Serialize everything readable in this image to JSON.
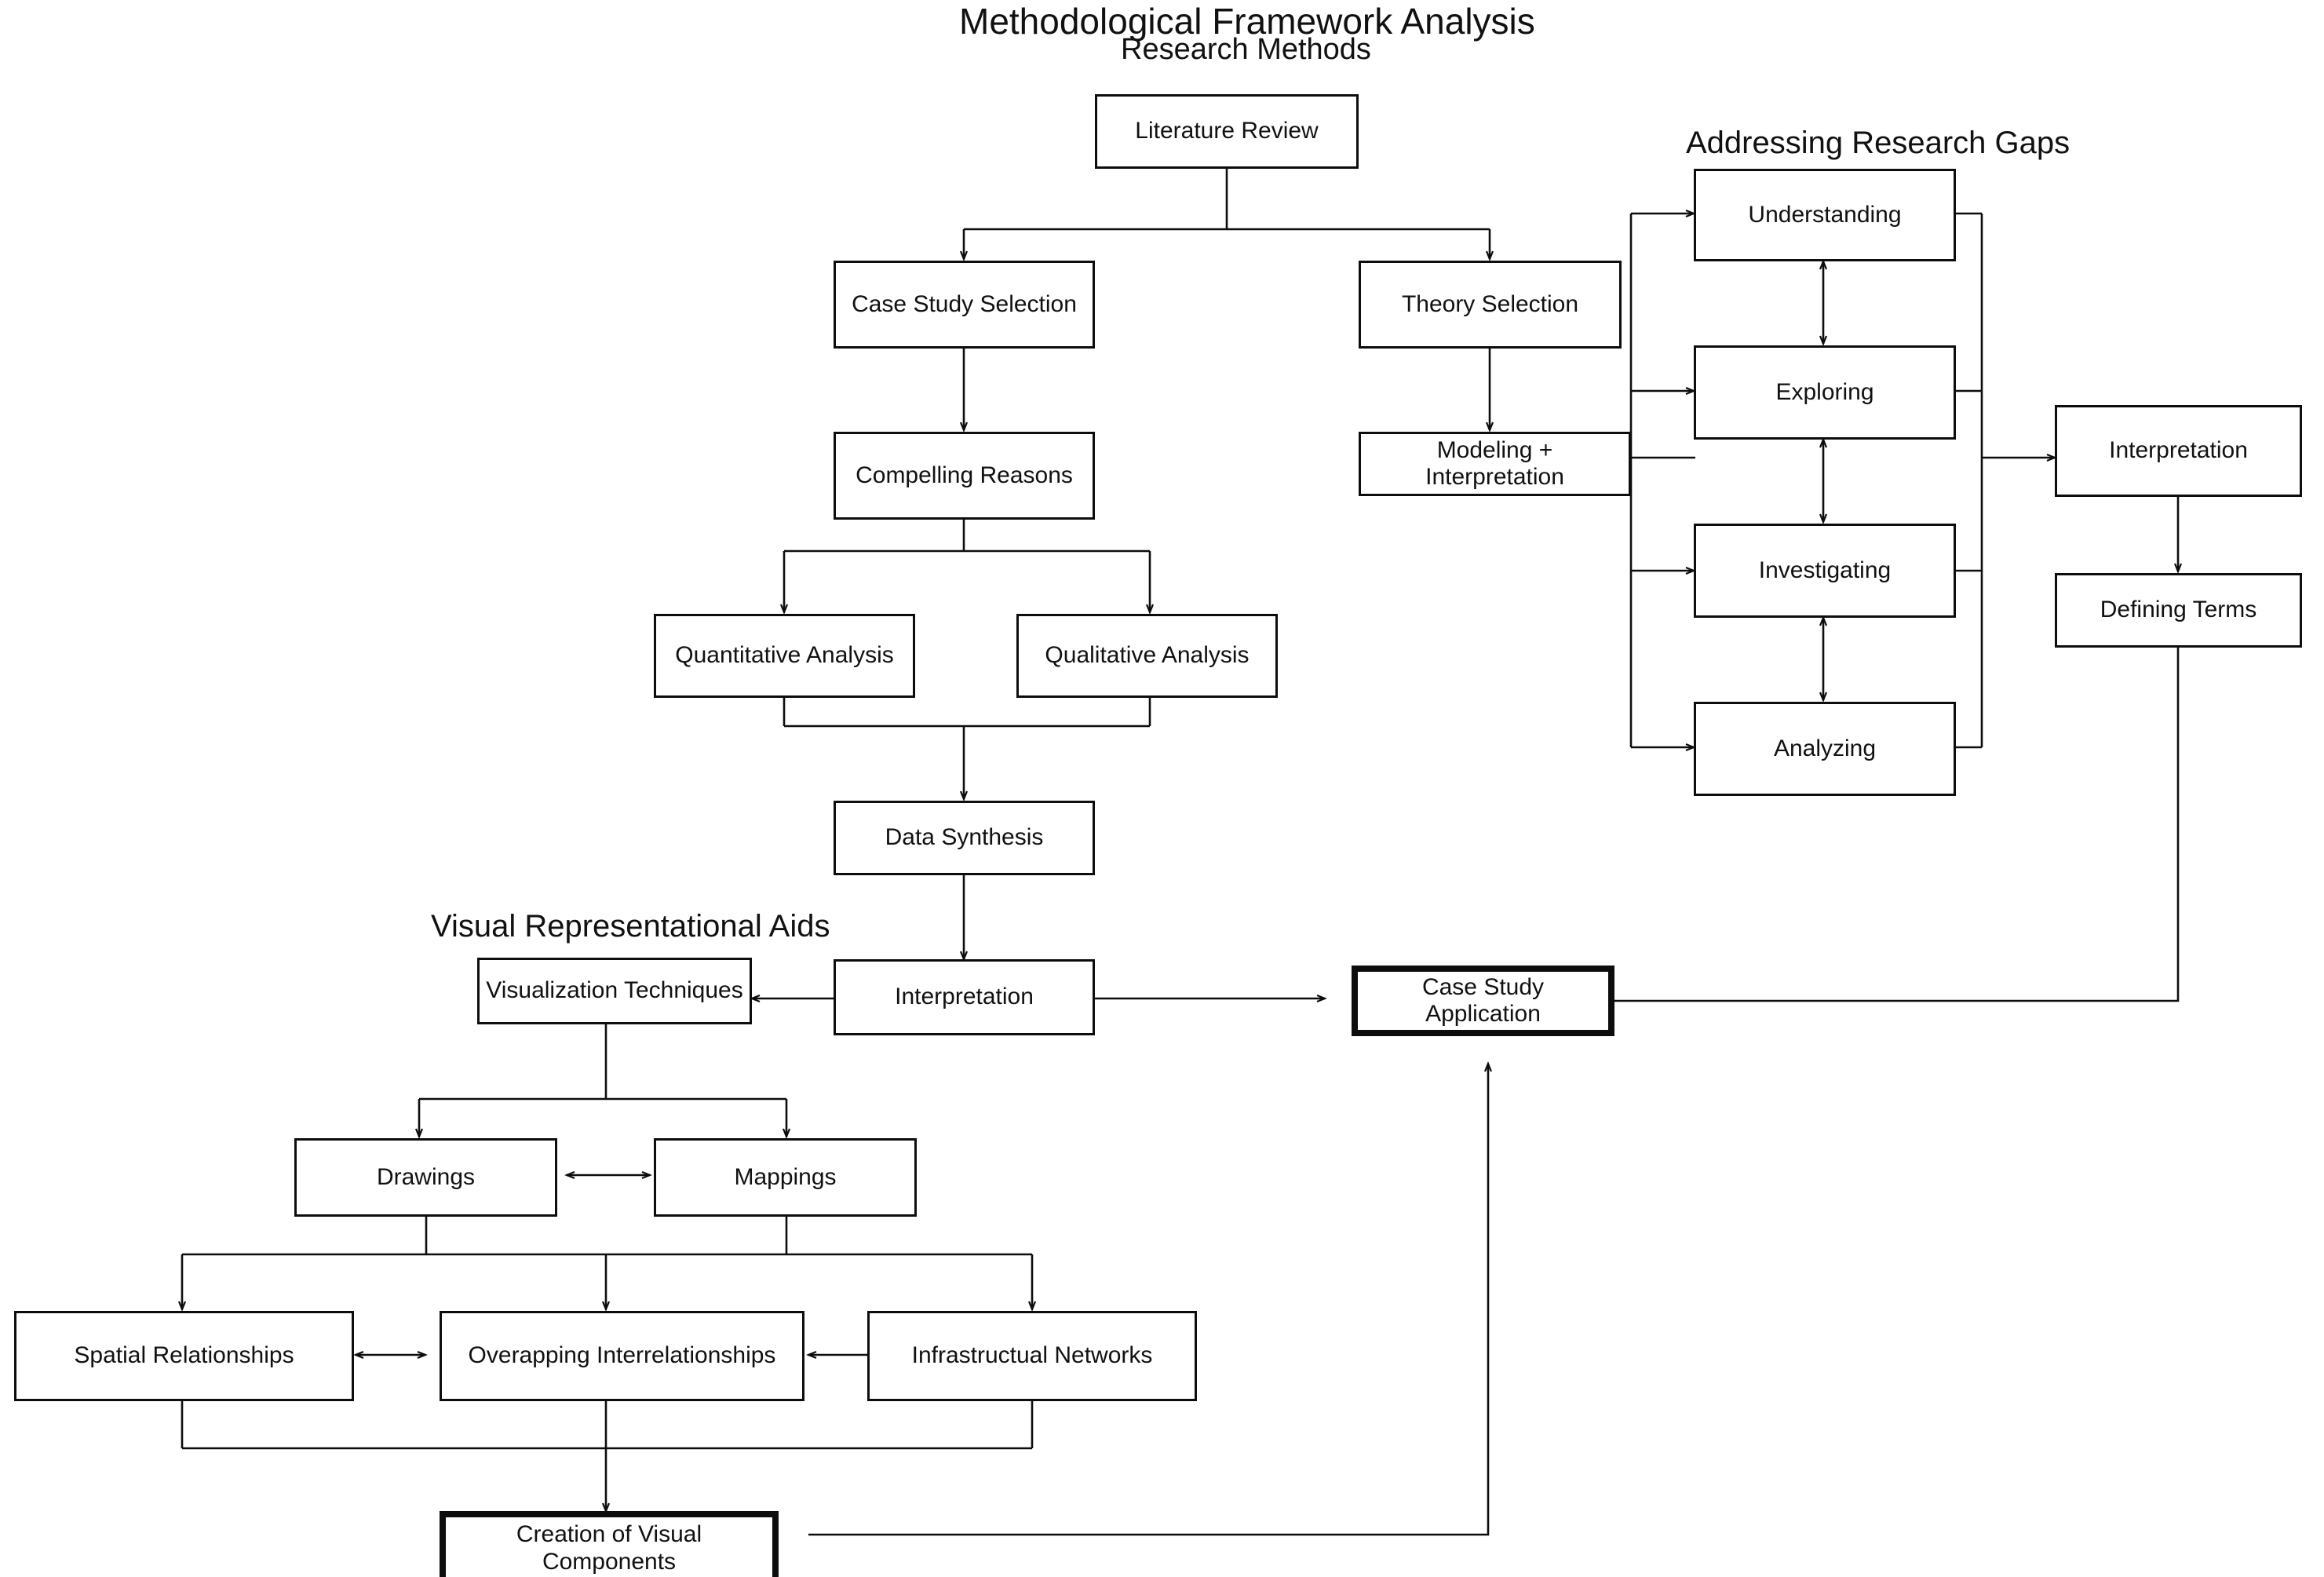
{
  "diagram": {
    "title": "Methodological Framework Analysis",
    "subtitle": "Research Methods",
    "group_titles": {
      "research_gaps": "Addressing Research Gaps",
      "visual_aids": "Visual Representational Aids"
    },
    "nodes": {
      "literature_review": "Literature Review",
      "case_study_selection": "Case Study Selection",
      "theory_selection": "Theory Selection",
      "compelling_reasons": "Compelling Reasons",
      "modeling_interpretation": "Modeling + Interpretation",
      "quantitative_analysis": "Quantitative Analysis",
      "qualitative_analysis": "Qualitative  Analysis",
      "data_synthesis": "Data Synthesis",
      "understanding": "Understanding",
      "exploring": "Exploring",
      "investigating": "Investigating",
      "analyzing": "Analyzing",
      "interpretation_right": "Interpretation",
      "defining_terms": "Defining Terms",
      "visualization_techniques": "Visualization Techniques",
      "interpretation_main": "Interpretation",
      "case_study_application": "Case Study Application",
      "drawings": "Drawings",
      "mappings": "Mappings",
      "spatial_relationships": "Spatial Relationships",
      "overapping_interrelationships": "Overapping Interrelationships",
      "infrastructual_networks": "Infrastructual Networks",
      "creation_visual_components": "Creation of Visual Components"
    },
    "colors": {
      "stroke": "#0d0d0d",
      "text": "#111111",
      "background": "#ffffff"
    }
  }
}
